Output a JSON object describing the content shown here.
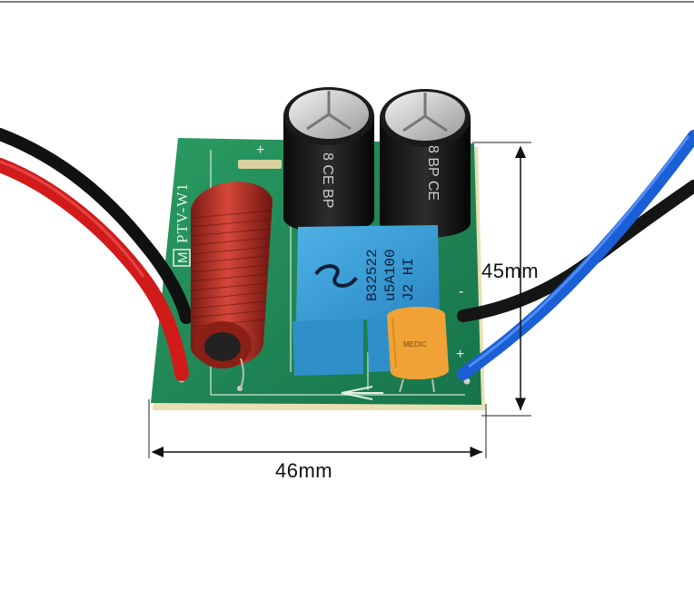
{
  "board": {
    "silk_model": "PTV-W1",
    "silk_brand_letter": "M",
    "silk_plus_top": "+",
    "silk_plus_right": "+",
    "silk_minus_right": "-",
    "silk_minus_left": "-"
  },
  "capacitor_film": {
    "line1": "B32522",
    "line2": "u5A100",
    "line3": "J2  HI"
  },
  "capacitor_electrolytic": {
    "left_text": "8 CE BP",
    "right_text": "8 BP CE"
  },
  "capacitor_small": {
    "text": "MEDIC"
  },
  "dimensions": {
    "width_label": "46mm",
    "height_label": "45mm"
  },
  "colors": {
    "pcb": "#1f8a55",
    "coil": "#c0392b",
    "film_cap": "#3aa0d8",
    "wire_red": "#d11b1b",
    "wire_black": "#111111",
    "wire_blue": "#1a5fd6"
  }
}
